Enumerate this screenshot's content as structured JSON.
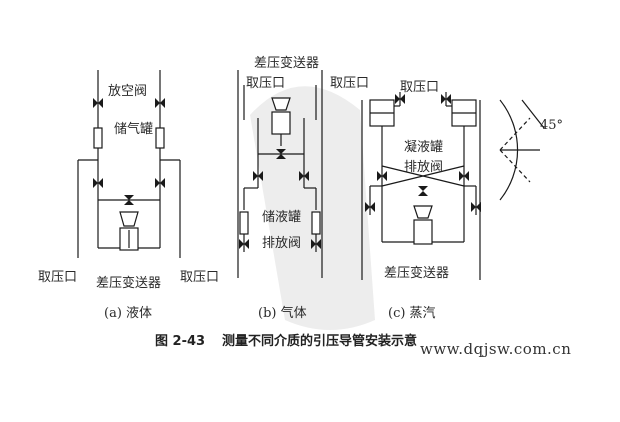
{
  "panels": {
    "a": {
      "vent_valve": "放空阀",
      "storage_tank": "储气罐",
      "tap_left": "取压口",
      "tap_right": "取压口",
      "transmitter": "差压变送器",
      "caption": "(a) 液体"
    },
    "b": {
      "transmitter": "差压变送器",
      "tap_left": "取压口",
      "tap_right": "取压口",
      "tank": "储液罐",
      "drain_valve": "排放阀",
      "caption": "(b) 气体"
    },
    "c": {
      "tap": "取压口",
      "cond_tank": "凝液罐",
      "drain_valve": "排放阀",
      "transmitter": "差压变送器",
      "angle": "45°",
      "caption": "(c) 蒸汽"
    }
  },
  "figure": {
    "number": "图 2-43",
    "title": "测量不同介质的引压导管安装示意"
  },
  "watermark": "www.dqjsw.com.cn",
  "colors": {
    "line": "#1a1a1a",
    "fill": "#ffffff",
    "shadow": "#c9c9c9"
  }
}
